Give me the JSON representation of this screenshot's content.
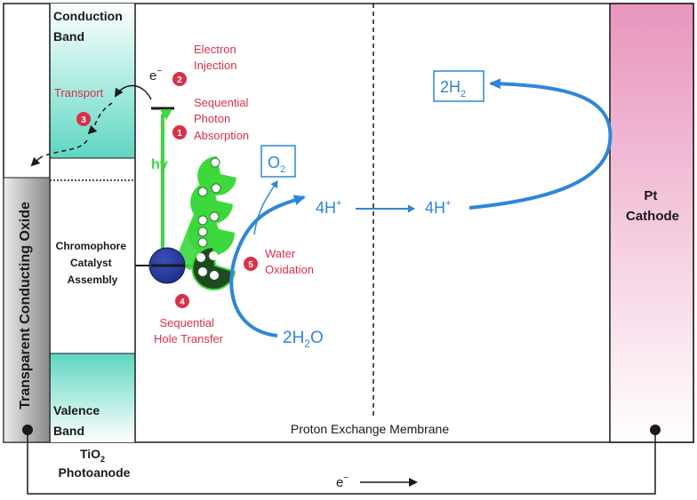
{
  "labels": {
    "conduction_band": [
      "Conduction",
      "Band"
    ],
    "valence_band": [
      "Valence",
      "Band"
    ],
    "chromophore": [
      "Chromophore",
      "Catalyst",
      "Assembly"
    ],
    "tco": "Transparent Conducting Oxide",
    "photoanode_tio2": "TiO",
    "photoanode_tio2_sub": "2",
    "photoanode": "Photoanode",
    "membrane": "Proton Exchange Membrane",
    "cathode": [
      "Pt",
      "Cathode"
    ],
    "electron_top": "e",
    "electron_top_sup": "−",
    "electron_bottom": "e",
    "electron_bottom_sup": "−",
    "hv": "hv",
    "o2": "O",
    "o2_sub": "2",
    "h2": "2H",
    "h2_sub": "2",
    "protons_left": "4H",
    "protons_left_sup": "+",
    "protons_right": "4H",
    "protons_right_sup": "+",
    "water": "2H",
    "water_sub": "2",
    "water_tail": "O"
  },
  "steps": [
    {
      "num": "1",
      "label": [
        "Sequential",
        "Photon",
        "Absorption"
      ]
    },
    {
      "num": "2",
      "label": [
        "Electron",
        "Injection"
      ]
    },
    {
      "num": "3",
      "label": [
        "Transport"
      ]
    },
    {
      "num": "4",
      "label": [
        "Sequential",
        "Hole Transfer"
      ]
    },
    {
      "num": "5",
      "label": [
        "Water",
        "Oxidation"
      ]
    }
  ],
  "colors": {
    "step_red": "#d8314a",
    "flow_blue": "#2f86d9",
    "photon_green": "#3cd83c",
    "band_teal": "#5fd6c2",
    "cathode_pink": "#e995bd",
    "dye_navy": "#1f2f86",
    "catalyst_dark": "#1f4a1f"
  }
}
